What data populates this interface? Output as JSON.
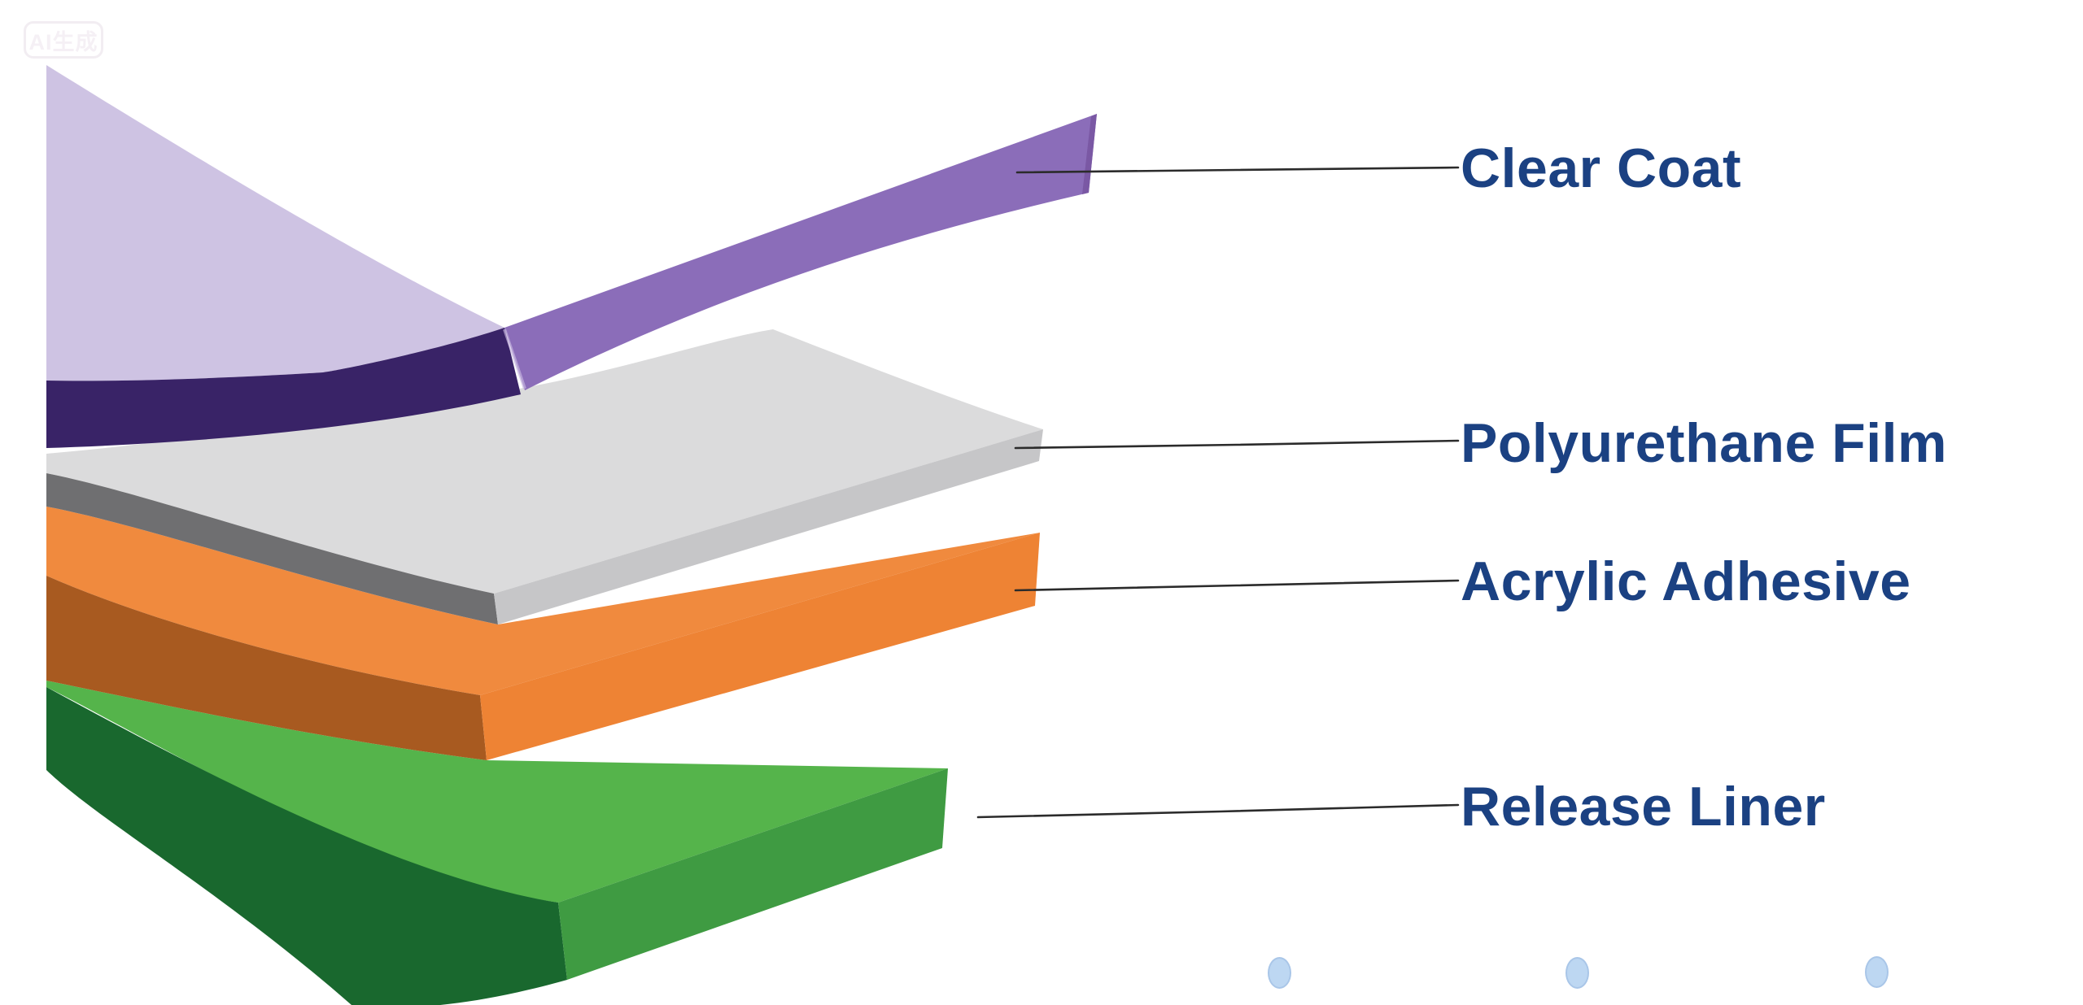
{
  "watermark": {
    "text": "AI生成"
  },
  "diagram": {
    "type": "exploded-layer-diagram",
    "subject": "paint protection film layer structure",
    "label_color": "#1B4182",
    "leader_line_color": "#2B2B2B",
    "background_color": "#FFFFFF",
    "layers": [
      {
        "id": "clear-coat",
        "label": "Clear Coat",
        "colors": {
          "top": "#CEC3E3",
          "front_edge": "#392367",
          "peeled_strip": "#8B6DB9"
        }
      },
      {
        "id": "polyurethane-film",
        "label": "Polyurethane Film",
        "colors": {
          "top": "#DBDBDC",
          "front_right": "#C6C6C8",
          "front_left": "#6F6F71"
        }
      },
      {
        "id": "acrylic-adhesive",
        "label": "Acrylic Adhesive",
        "colors": {
          "top": "#F08A3E",
          "front_right": "#EE8334",
          "front_left": "#A85A20"
        }
      },
      {
        "id": "release-liner",
        "label": "Release Liner",
        "colors": {
          "top": "#55B44B",
          "front_right": "#3F9B42",
          "front_left": "#19682E"
        }
      }
    ],
    "carousel_dots": {
      "count": 3,
      "color": "#BDD7F2"
    }
  }
}
